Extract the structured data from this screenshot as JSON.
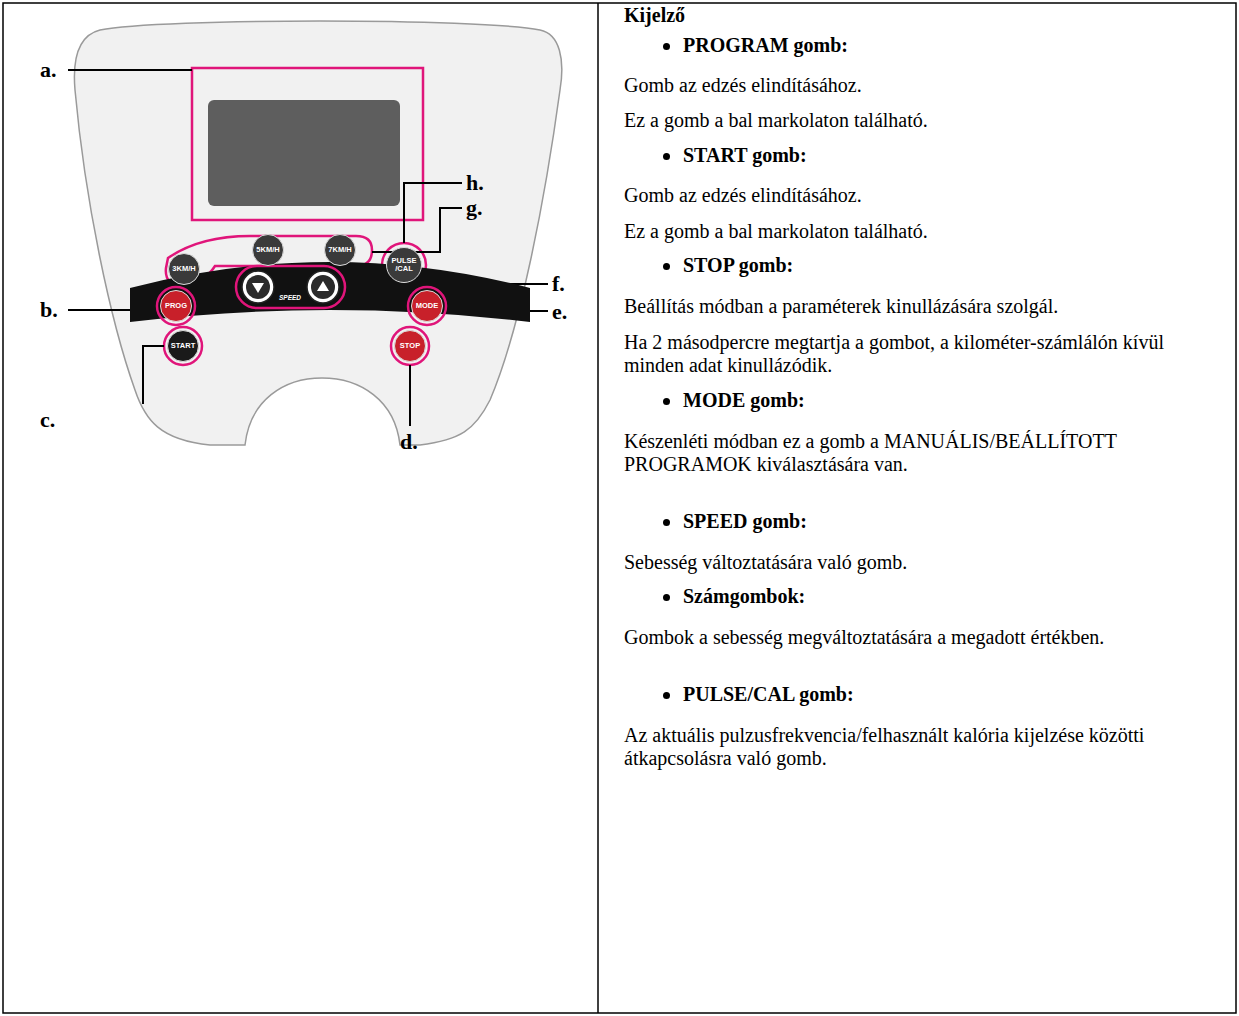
{
  "diagram": {
    "title": "Kijelző",
    "nodes": [
      {
        "text": [
          "SPEED"
        ]
      },
      {
        "text": [
          "PROG"
        ],
        "in": 0
      },
      {
        "text": [
          "MODE"
        ],
        "in": 0
      },
      {
        "text": [
          "3KM/H"
        ]
      },
      {
        "text": [
          "5KM/H"
        ]
      },
      {
        "text": [
          "7KM/H"
        ]
      },
      {
        "text": [
          "PULSE /CAL"
        ]
      },
      {
        "text": [
          "START"
        ]
      },
      {
        "text": [
          "STOP"
        ]
      }
    ],
    "edges": [],
    "labels": [
      "a.",
      "h.",
      "g.",
      "f.",
      "b.",
      "e.",
      "c.",
      "d.",
      "PROGRAM gomb:",
      "Gomb az edzés elindításához.",
      "Ez a gomb a bal markolaton található.",
      "START gomb:",
      "Gomb az edzés elindításához.",
      "Ez a gomb a bal markolaton található.",
      "STOP gomb:",
      "Beállítás módban a paraméterek kinullázására szolgál.",
      "Ha 2 másodpercre megtartja a gombot, a kilométer-számlálón kívül minden adat kinullázódik.",
      "MODE gomb:",
      "Készenléti módban ez a gomb a MANUÁLIS/BEÁLLÍTOTT PROGRAMOK kiválasztására van.",
      "SPEED gomb:",
      "Sebesség változtatására való gomb.",
      "Számgombok:",
      "Gombok a sebesség megváltoztatására a megadott értékben.",
      "PULSE/CAL gomb:",
      "Az aktuális pulzusfrekvencia/felhasznált kalória kijelzése közötti átkapcsolásra való gomb."
    ]
  }
}
